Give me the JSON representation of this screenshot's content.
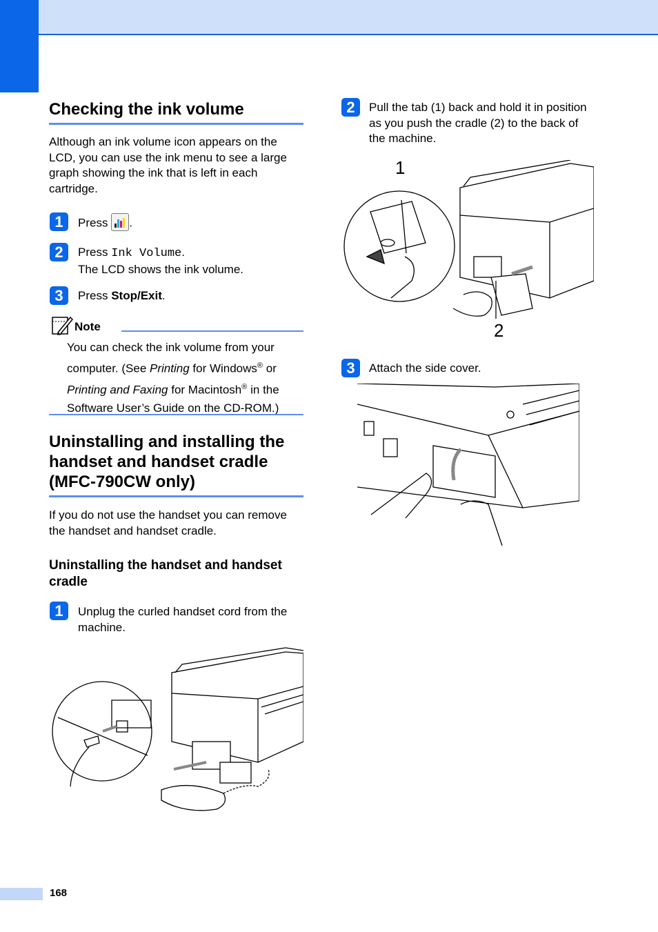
{
  "page_number": "168",
  "left": {
    "section1": {
      "title": "Checking the ink volume",
      "intro": "Although an ink volume icon appears on the LCD, you can use the ink menu to see a large graph showing the ink that is left in each cartridge.",
      "steps": [
        {
          "num": "1",
          "text_before": "Press",
          "text_after": "."
        },
        {
          "num": "2",
          "text_before": "Press",
          "mono": "Ink Volume",
          "text_after": ".",
          "line2": "The LCD shows the ink volume."
        },
        {
          "num": "3",
          "text_before": "Press",
          "bold": "Stop/Exit",
          "text_after": "."
        }
      ],
      "note": {
        "label": "Note",
        "t1": "You can check the ink volume from your computer. (See",
        "i1": "Printing",
        "t2": "for Windows",
        "reg": "®",
        "t3": "or",
        "i2": "Printing and Faxing",
        "t4": "for Macintosh",
        "t5": "in the Software User’s Guide on the CD-ROM.)"
      }
    },
    "section2": {
      "title": "Uninstalling and installing the handset and handset cradle (MFC-790CW only)",
      "intro": "If you do not use the handset you can remove the handset and handset cradle.",
      "subtitle": "Uninstalling the handset and handset cradle",
      "step1": {
        "num": "1",
        "text": "Unplug the curled handset cord from the machine."
      }
    }
  },
  "right": {
    "step2": {
      "num": "2",
      "text": "Pull the tab (1) back and hold it in position as you push the cradle (2) to the back of the machine."
    },
    "callout1": "1",
    "callout2": "2",
    "step3": {
      "num": "3",
      "text": "Attach the side cover."
    }
  },
  "colors": {
    "accent": "#0b66e8",
    "header_band": "#cfe0fb",
    "rule": "#5b8df0"
  },
  "icons": [
    "ink-volume-icon",
    "note-pencil-icon"
  ]
}
